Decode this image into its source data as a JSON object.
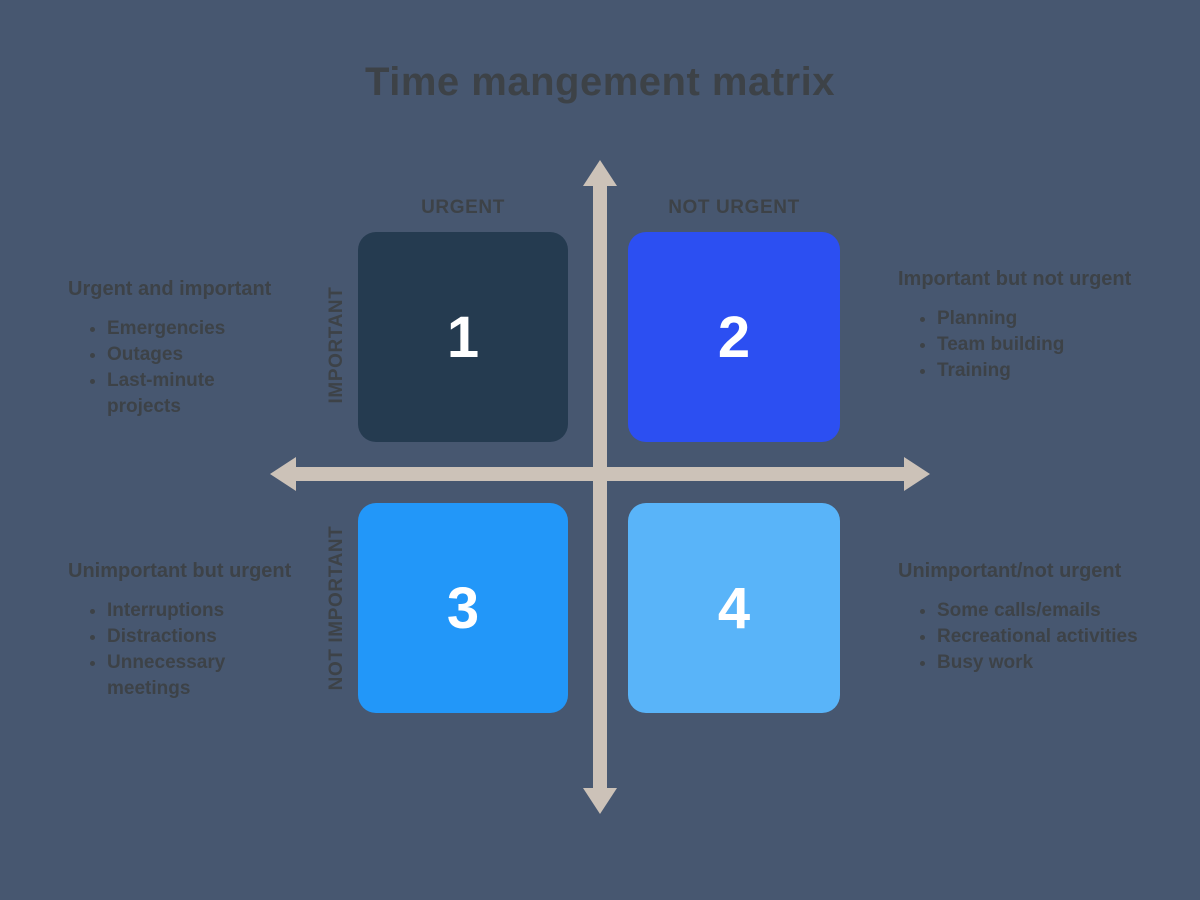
{
  "canvas": {
    "background": "#475770",
    "text_color": "#3D4247",
    "axis_color": "#CCC2B8",
    "number_color": "#FFFFFF",
    "title": "Time mangement matrix"
  },
  "axis_labels": {
    "urgent": "URGENT",
    "not_urgent": "NOT URGENT",
    "important": "IMPORTANT",
    "not_important": "NOT IMPORTANT"
  },
  "quadrants": [
    {
      "number": "1",
      "color": "#253B50",
      "label": "Urgent and important",
      "items": [
        "Emergencies",
        "Outages",
        "Last-minute projects"
      ]
    },
    {
      "number": "2",
      "color": "#2C4FF2",
      "label": "Important but not urgent",
      "items": [
        "Planning",
        "Team building",
        "Training"
      ]
    },
    {
      "number": "3",
      "color": "#2297F9",
      "label": "Unimportant but urgent",
      "items": [
        "Interruptions",
        "Distractions",
        "Unnecessary meetings"
      ]
    },
    {
      "number": "4",
      "color": "#59B4F9",
      "label": "Unimportant/not urgent",
      "items": [
        "Some calls/emails",
        "Recreational activities",
        "Busy work"
      ]
    }
  ]
}
